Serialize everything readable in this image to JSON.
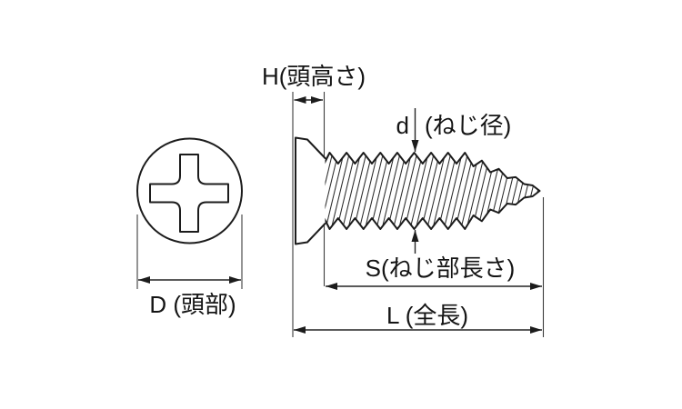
{
  "diagram": {
    "type": "technical-dimension-drawing",
    "views": {
      "front": "phillips-flat-head-front-view",
      "side": "countersunk-tapping-screw-side-view"
    },
    "colors": {
      "line": "#1c1c1c",
      "background": "#ffffff"
    }
  },
  "labels": {
    "head_height": "H(頭高さ)",
    "thread_diameter_symbol": "d",
    "thread_diameter": "(ねじ径)",
    "head_diameter": "D (頭部)",
    "thread_length": "S(ねじ部長さ)",
    "total_length": "L (全長)"
  }
}
